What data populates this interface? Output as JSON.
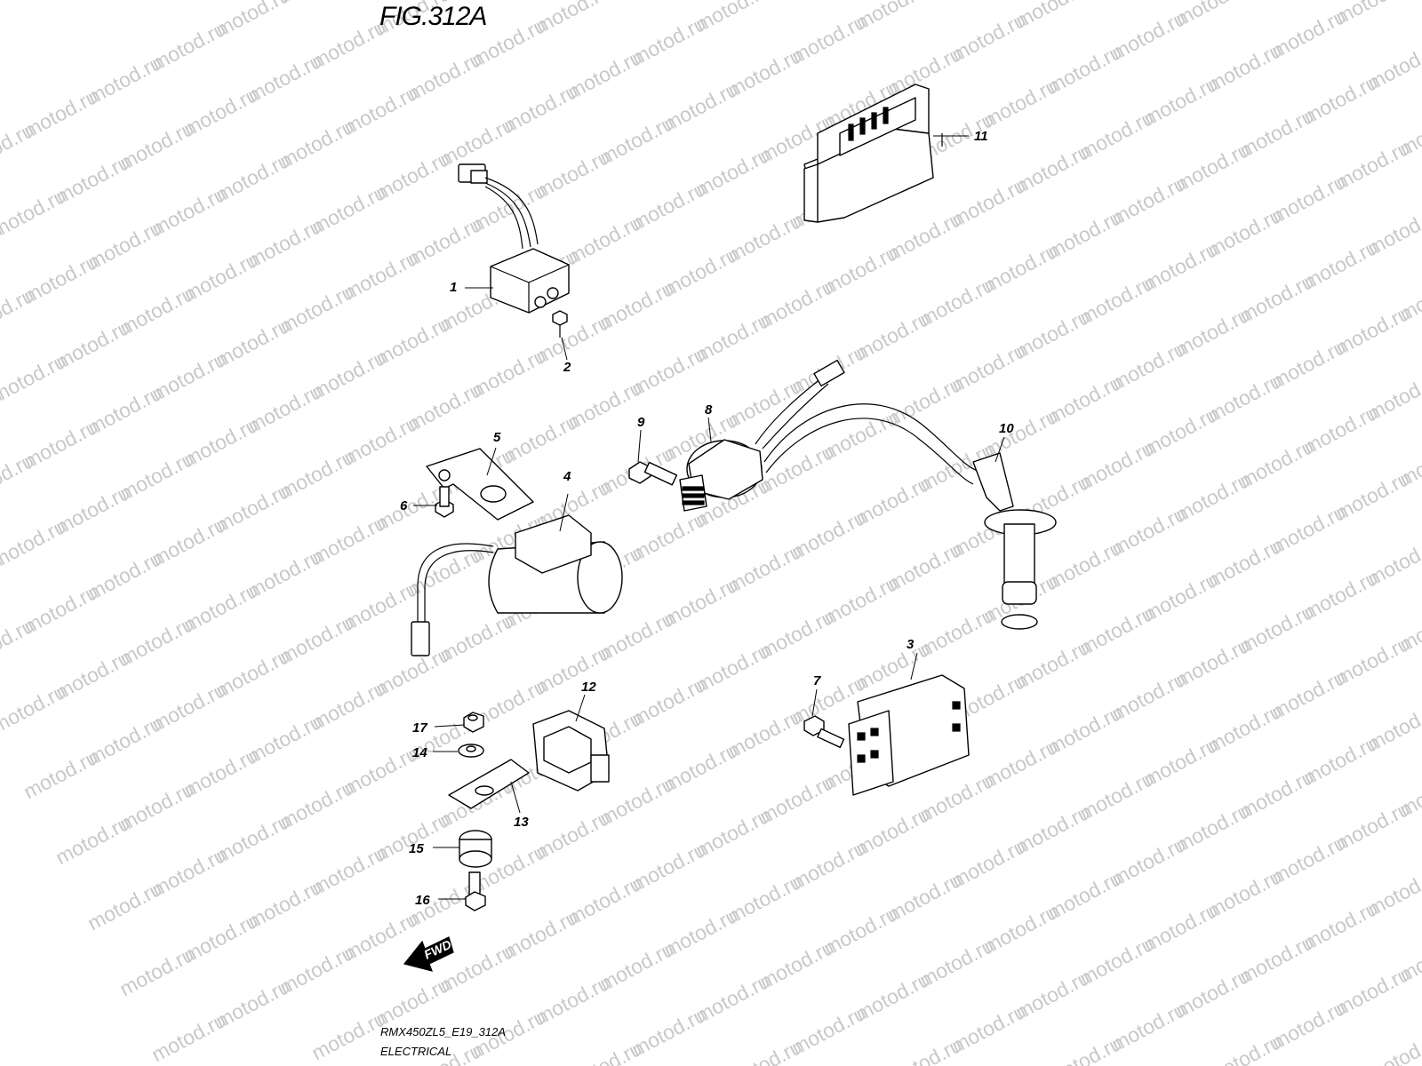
{
  "figure": {
    "title": "FIG.312A",
    "reference_code": "RMX450ZL5_E19_312A",
    "section": "ELECTRICAL"
  },
  "watermark": {
    "text": "motod.ru",
    "color": "#c9c9c9"
  },
  "direction_arrow": {
    "label": "FWD"
  },
  "callouts": [
    {
      "id": "1",
      "label": "1"
    },
    {
      "id": "2",
      "label": "2"
    },
    {
      "id": "3",
      "label": "3"
    },
    {
      "id": "4",
      "label": "4"
    },
    {
      "id": "5",
      "label": "5"
    },
    {
      "id": "6",
      "label": "6"
    },
    {
      "id": "7",
      "label": "7"
    },
    {
      "id": "8",
      "label": "8"
    },
    {
      "id": "9",
      "label": "9"
    },
    {
      "id": "10",
      "label": "10"
    },
    {
      "id": "11",
      "label": "11"
    },
    {
      "id": "12",
      "label": "12"
    },
    {
      "id": "13",
      "label": "13"
    },
    {
      "id": "14",
      "label": "14"
    },
    {
      "id": "15",
      "label": "15"
    },
    {
      "id": "16",
      "label": "16"
    },
    {
      "id": "17",
      "label": "17"
    }
  ]
}
